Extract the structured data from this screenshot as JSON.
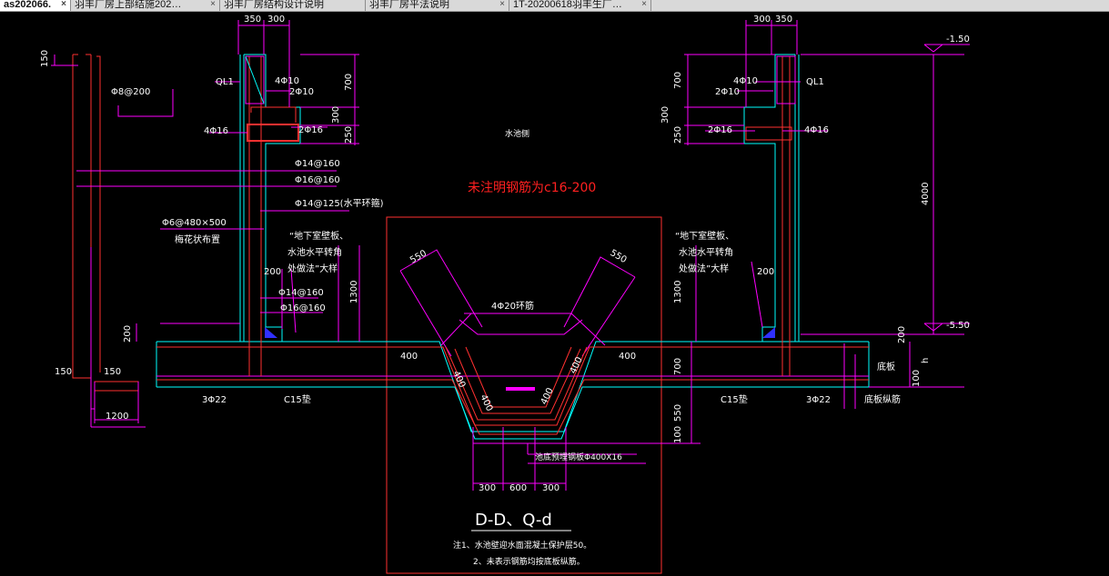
{
  "tabs": [
    {
      "label": "аѕ202066.",
      "close": "×",
      "active": true
    },
    {
      "label": "羽丰厂房上部结施202…",
      "close": "×",
      "active": false
    },
    {
      "label": "羽丰厂房结构设计说明",
      "close": "×",
      "active": false
    },
    {
      "label": "羽丰厂房平法说明",
      "close": "×",
      "active": false
    },
    {
      "label": "1T-20200618羽丰生厂…",
      "close": "×",
      "active": false
    }
  ],
  "colors": {
    "wall": "#00ffff",
    "dim": "#ff00ff",
    "bar": "#ff3030",
    "text": "#ffffff",
    "note": "#ff2020"
  },
  "drawing": {
    "note_red": "未注明钢筋为c16-200",
    "water_side": "水池侧",
    "elev_top": "-1.50",
    "elev_bottom": "-5.50",
    "height_4000": "4000",
    "left": {
      "dim_350": "350",
      "dim_300": "300",
      "dim_150_top": "150",
      "dim_700": "700",
      "dim_300b": "300",
      "dim_250": "250",
      "dim_1300": "1300",
      "dim_200": "200",
      "dim_200b": "200",
      "dim_150_low": "150",
      "dim_150_base": "150",
      "dim_1200": "1200",
      "ql1": "QL1",
      "bar_4f10": "4Φ10",
      "bar_2f10": "2Φ10",
      "bar_4f16": "4Φ16",
      "bar_2f16": "2Φ16",
      "bar_f8": "Φ8@200",
      "bar_f14_160": "Φ14@160",
      "bar_f16_160": "Φ16@160",
      "bar_f14_125": "Φ14@125(水平环箍)",
      "bar_f6": "Φ6@480×500",
      "plum": "梅花状布置",
      "ref1": "“地下室壁板、",
      "ref2": "水池水平转角",
      "ref3": "处做法”大样",
      "bar_f14_160b": "Φ14@160",
      "bar_f16_160b": "Φ16@160",
      "bar_3f22": "3Φ22",
      "c15": "C15垫",
      "dim_400": "400"
    },
    "right": {
      "dim_300": "300",
      "dim_350": "350",
      "dim_700": "700",
      "dim_300b": "300",
      "dim_250": "250",
      "dim_1300": "1300",
      "dim_200": "200",
      "dim_200b": "200",
      "dim_700b": "700",
      "dim_100": "100",
      "ql1": "QL1",
      "bar_4f10": "4Φ10",
      "bar_2f10": "2Φ10",
      "bar_2f16": "2Φ16",
      "bar_4f16": "4Φ16",
      "ref1": "“地下室壁板、",
      "ref2": "水池水平转角",
      "ref3": "处做法”大样",
      "bar_3f22": "3Φ22",
      "c15": "C15垫",
      "base_slab": "底板",
      "base_bar": "底板纵筋",
      "h": "h",
      "dim_400": "400"
    },
    "center": {
      "dim_550a": "550",
      "dim_550b": "550",
      "bar_4f20": "4Φ20环筋",
      "dim_400a": "400",
      "dim_400b": "400",
      "dim_400c": "400",
      "dim_400d": "400",
      "dim_550c": "550",
      "dim_100": "100",
      "embed": "池底预埋钢板Φ400X16",
      "dim_300a": "300",
      "dim_600": "600",
      "dim_300b": "300",
      "section": "D-D、Q-d",
      "note1": "注1、水池壁迎水面混凝土保护层50。",
      "note2": "2、未表示钢筋均按底板纵筋。"
    }
  }
}
